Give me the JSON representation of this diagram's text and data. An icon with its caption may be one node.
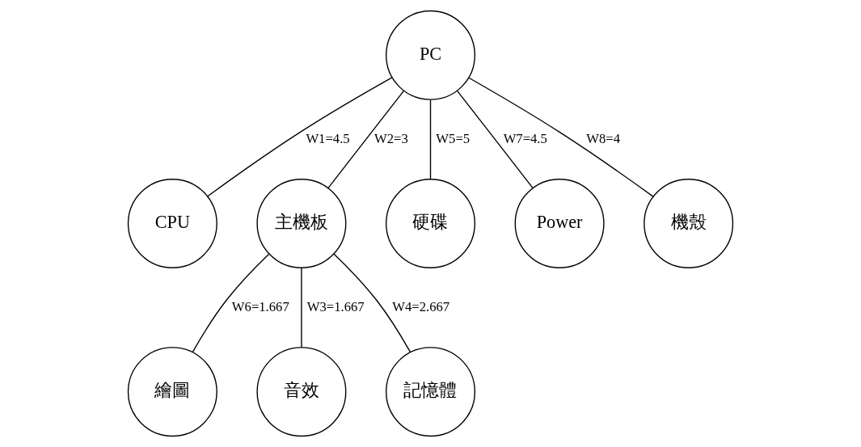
{
  "diagram": {
    "nodes": [
      {
        "text": [
          "PC"
        ]
      },
      {
        "text": [
          "CPU"
        ]
      },
      {
        "text": [
          "主機板"
        ]
      },
      {
        "text": [
          "硬碟"
        ]
      },
      {
        "text": [
          "Power"
        ]
      },
      {
        "text": [
          "機殼"
        ]
      },
      {
        "text": [
          "繪圖"
        ]
      },
      {
        "text": [
          "音效"
        ]
      },
      {
        "text": [
          "記憶體"
        ]
      }
    ],
    "edges": [
      {
        "from": 0,
        "to": 1,
        "arrow": "none",
        "label": "W1=4.5"
      },
      {
        "from": 0,
        "to": 2,
        "arrow": "none",
        "label": "W2=3"
      },
      {
        "from": 0,
        "to": 3,
        "arrow": "none",
        "label": "W5=5"
      },
      {
        "from": 0,
        "to": 4,
        "arrow": "none",
        "label": "W7=4.5"
      },
      {
        "from": 0,
        "to": 5,
        "arrow": "none",
        "label": "W8=4"
      },
      {
        "from": 2,
        "to": 6,
        "arrow": "none",
        "label": "W6=1.667"
      },
      {
        "from": 2,
        "to": 7,
        "arrow": "none",
        "label": "W3=1.667"
      },
      {
        "from": 2,
        "to": 8,
        "arrow": "none",
        "label": "W4=2.667"
      }
    ]
  }
}
